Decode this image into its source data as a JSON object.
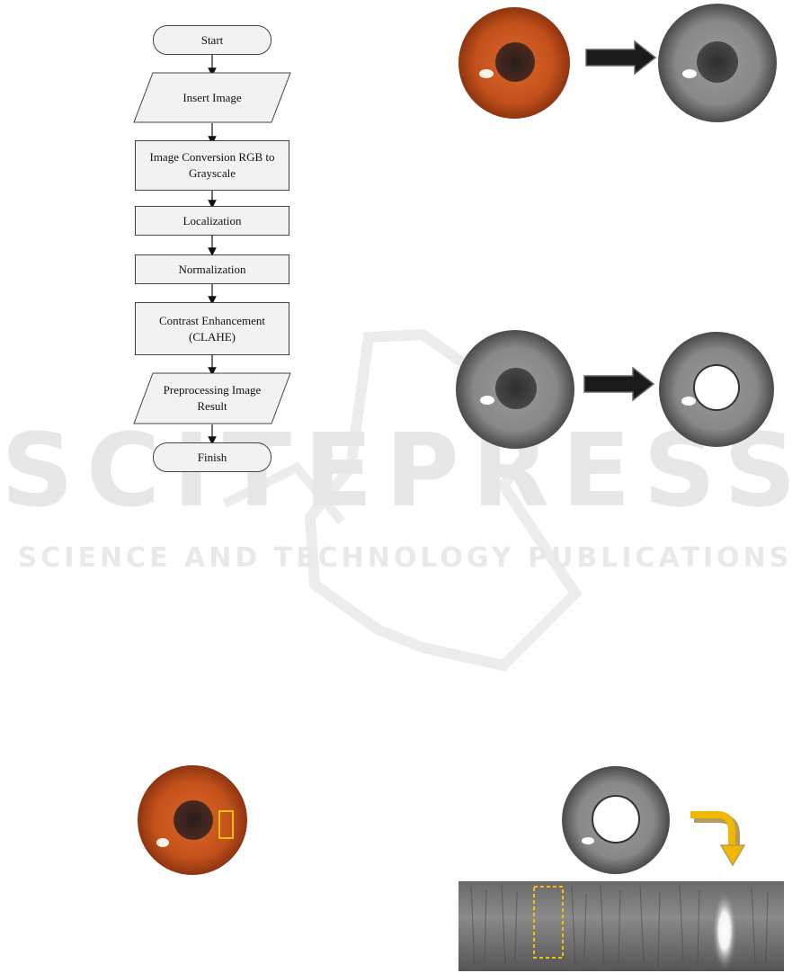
{
  "flowchart": {
    "start": "Start",
    "insert_image": "Insert Image",
    "conversion": "Image Conversion RGB to Grayscale",
    "localization": "Localization",
    "normalization": "Normalization",
    "contrast": "Contrast Enhancement (CLAHE)",
    "result": "Preprocessing Image Result",
    "finish": "Finish"
  },
  "watermark": {
    "title": "SCITEPRESS",
    "subtitle": "SCIENCE AND TECHNOLOGY PUBLICATIONS"
  },
  "colors": {
    "iris_orange": "#c8561e",
    "iris_gray": "#8a8a8a",
    "highlight_yellow": "#f2c200",
    "arrow_dark": "#1a1a1a"
  }
}
